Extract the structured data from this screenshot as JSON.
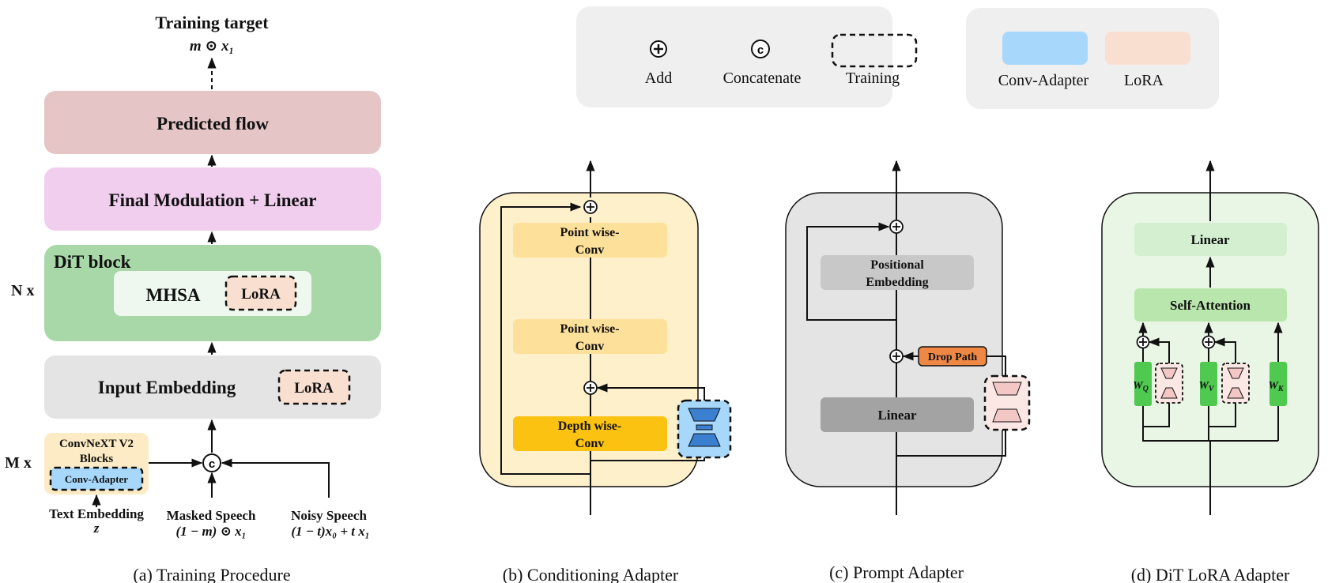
{
  "legend": {
    "add_label": "Add",
    "concatenate_label": "Concatenate",
    "training_label": "Training",
    "conv_adapter_label": "Conv-Adapter",
    "lora_label": "LoRA",
    "conv_adapter_color": "#a7d8fb",
    "lora_color": "#f9dfd0"
  },
  "panel_a": {
    "caption": "(a) Training Procedure",
    "training_target": "Training target",
    "training_target_formula": "m ⊙ x₁",
    "predicted_flow": "Predicted flow",
    "final_modulation": "Final Modulation + Linear",
    "dit_block": "DiT block",
    "mhsa": "MHSA",
    "lora": "LoRA",
    "n_x": "N x",
    "input_embedding": "Input Embedding",
    "input_lora": "LoRA",
    "m_x": "M x",
    "convnext_line1": "ConvNeXT V2",
    "convnext_line2": "Blocks",
    "conv_adapter": "Conv-Adapter",
    "text_embedding": "Text Embedding",
    "text_embedding_symbol": "z",
    "masked_speech": "Masked Speech",
    "masked_speech_formula": "(1 − m) ⊙ x₁",
    "noisy_speech": "Noisy Speech",
    "noisy_speech_formula": "(1 − t)x₀ + t x₁",
    "colors": {
      "predicted_flow": "#e6c5c7",
      "final_modulation": "#f1cdee",
      "dit_block": "#a8d8a8",
      "input_embedding": "#e4e4e4",
      "convnext": "#fcebc4"
    }
  },
  "panel_b": {
    "caption": "(b) Conditioning Adapter",
    "pw_conv_top_1": "Point wise-",
    "pw_conv_top_2": "Conv",
    "pw_conv_mid_1": "Point wise-",
    "pw_conv_mid_2": "Conv",
    "depth_conv_1": "Depth wise-",
    "depth_conv_2": "Conv",
    "colors": {
      "background": "#fdf0cb",
      "pointwise": "#fde09a",
      "depthwise": "#fcc212",
      "adapter": "#a7d8fb"
    }
  },
  "panel_c": {
    "caption": "(c) Prompt Adapter",
    "positional_1": "Positional",
    "positional_2": "Embedding",
    "drop_path": "Drop Path",
    "linear": "Linear",
    "colors": {
      "background": "#e4e4e4",
      "positional": "#c8c8c8",
      "linear": "#a3a3a3",
      "drop_path": "#f08845"
    }
  },
  "panel_d": {
    "caption": "(d) DiT LoRA Adapter",
    "linear": "Linear",
    "self_attention": "Self-Attention",
    "wq": "W",
    "wq_sub": "Q",
    "wv": "W",
    "wv_sub": "V",
    "wk": "W",
    "wk_sub": "K",
    "colors": {
      "background": "#e9f6e6",
      "linear": "#d3efcf",
      "self_attention": "#b9e6ad",
      "weights": "#4fc94f"
    }
  }
}
